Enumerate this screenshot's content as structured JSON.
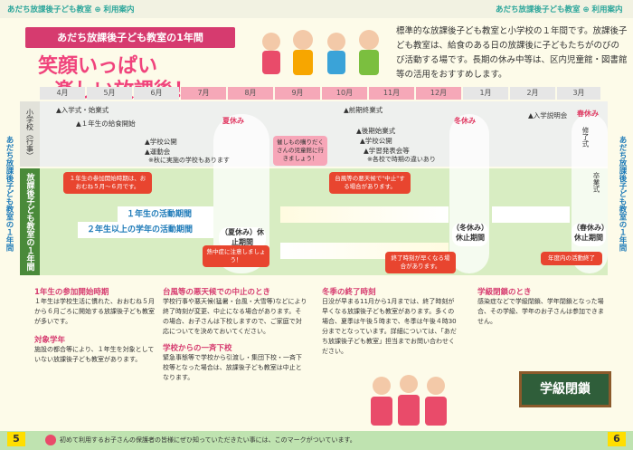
{
  "header": {
    "left": "あだち放課後子ども教室 ⊕ 利用案内",
    "right": "あだち放課後子ども教室 ⊕ 利用案内"
  },
  "title": "あだち放課後子ども教室の1年間",
  "slogan_line1": "笑顔いっぱい",
  "slogan_line2": "楽しい放課後！",
  "intro": "標準的な放課後子ども教室と小学校の１年間です。放課後子ども教室は、給食のある日の放課後に子どもたちがのびのび活動する場です。長期の休み中等は、区内児童館・図書館等の活用をおすすめします。",
  "months": [
    "4月",
    "5月",
    "6月",
    "7月",
    "8月",
    "9月",
    "10月",
    "11月",
    "12月",
    "1月",
    "2月",
    "3月"
  ],
  "lanes": {
    "school": "小学校（行事）",
    "classroom": "放課後子ども教室の１年間"
  },
  "side_left": "あだち放課後子ども教室の１年間",
  "side_right": "あだち放課後子ども教室の１年間",
  "events": {
    "e1": "▲入学式・始業式",
    "e2": "▲１年生の給食開始",
    "e3": "▲学校公開",
    "e4": "▲運動会",
    "e5": "※秋に実施の学校もあります",
    "e6": "▲前期終業式",
    "e7": "▲後期始業式",
    "e8": "▲学校公開",
    "e9": "▲学習発表会等",
    "e10": "※各校で時期の違いあり",
    "e11": "▲入学説明会",
    "e12": "修了式",
    "e13": "卒業式"
  },
  "breaks": {
    "summer": "夏休み",
    "winter": "冬休み",
    "spring": "春休み",
    "summer_closed": "（夏休み）休止期間",
    "winter_closed": "（冬休み）休止期間",
    "spring_closed": "（春休み）休止期間"
  },
  "activity": {
    "first_grade": "１年生の活動期間",
    "upper_grade": "２年生以上の学年の活動期間"
  },
  "bubbles": {
    "b1": "１年生の参加開始時期は、おおむね５月～６月です。",
    "b2": "催しもの購りだくさんの児童館に行きましょう！",
    "b3": "台風等の悪天候で\"中止\"する場合があります。",
    "b4": "熱中症に注意しましょう！",
    "b5": "終了時刻が早くなる場合があります。",
    "b6": "年度内の活動終了"
  },
  "sections": {
    "s1_title": "1年生の参加開始時期",
    "s1_body": "１年生は学校生活に慣れた、おおむね５月から６月ごろに開始する放課後子ども教室が多いです。",
    "s2_title": "対象学年",
    "s2_body": "施設の都合等により、１年生を対象としていない放課後子ども教室があります。",
    "s3_title": "台風等の悪天候での中止のとき",
    "s3_body": "学校行事や悪天候(猛暑・台風・大雪等)などにより終了時刻が変更、中止になる場合があります。その場合、お子さんは下校しますので、ご家庭で対応についてを決めておいてください。",
    "s4_title": "学校からの一斉下校",
    "s4_body": "緊急事態等で学校から引渡し・集団下校・一斉下校等となった場合は、放課後子ども教室は中止となります。",
    "s5_title": "冬季の終了時刻",
    "s5_body": "日没が早まる11月から1月までは、終了時刻が早くなる放課後子ども教室があります。多くの場合、夏季は午後５時まで、冬季は午後４時30分までとなっています。詳細については、「あだち放課後子ども教室」担当までお問い合わせください。",
    "s6_title": "学級閉鎖のとき",
    "s6_body": "感染症などで学級閉鎖、学年閉鎖となった場合、その学級、学年のお子さんは参加できません。"
  },
  "sign": "学級閉鎖",
  "footer_note": "初めて利用するお子さんの保護者の皆様にぜひ知っていただきたい事には、このマークがついています。",
  "pages": {
    "left": "5",
    "right": "6"
  }
}
